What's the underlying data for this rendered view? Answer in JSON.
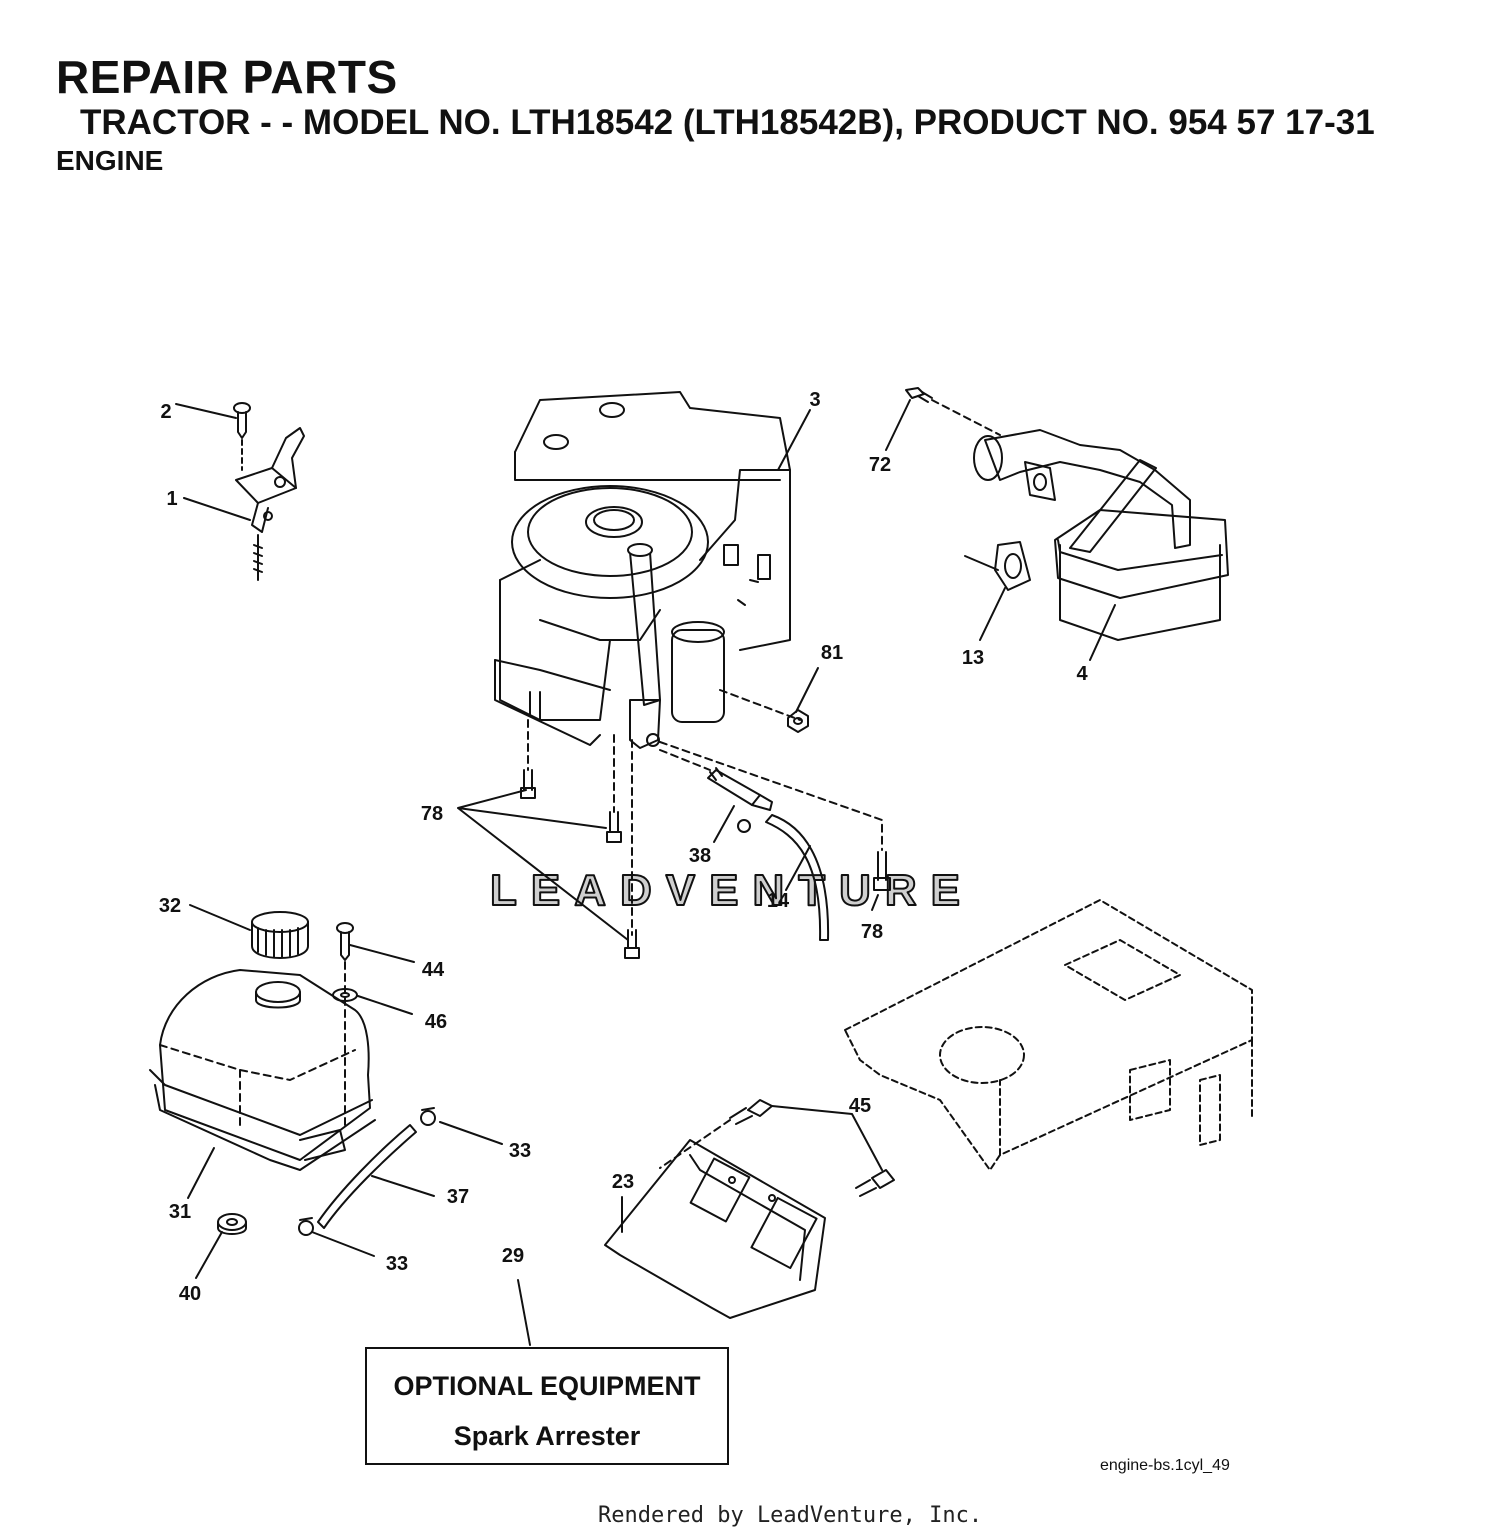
{
  "header": {
    "title": "REPAIR PARTS",
    "subtitle": "TRACTOR - - MODEL NO. LTH18542 (LTH18542B), PRODUCT NO. 954 57 17-31",
    "section": "ENGINE"
  },
  "callouts": {
    "c1": "1",
    "c2": "2",
    "c3": "3",
    "c4": "4",
    "c13": "13",
    "c14": "14",
    "c23": "23",
    "c29": "29",
    "c31": "31",
    "c32": "32",
    "c33a": "33",
    "c33b": "33",
    "c37": "37",
    "c38": "38",
    "c40": "40",
    "c44": "44",
    "c45": "45",
    "c46": "46",
    "c72": "72",
    "c78a": "78",
    "c78b": "78",
    "c81": "81"
  },
  "optional_box": {
    "title": "OPTIONAL EQUIPMENT",
    "subtitle": "Spark Arrester"
  },
  "diagram_code": "engine-bs.1cyl_49",
  "watermark": "LEADVENTURE",
  "footer": "Rendered by LeadVenture, Inc."
}
